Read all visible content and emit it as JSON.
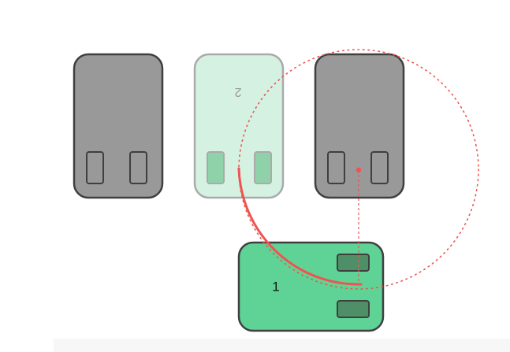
{
  "diagram": {
    "pieces": [
      {
        "id": "block-left",
        "label": "",
        "state": "static",
        "fill": "#999999"
      },
      {
        "id": "block-ghost",
        "label": "2",
        "state": "ghost",
        "fill": "#d4f1e2"
      },
      {
        "id": "block-right",
        "label": "",
        "state": "static",
        "fill": "#999999"
      },
      {
        "id": "block-moved",
        "label": "1",
        "state": "rotated",
        "fill": "#5fd395"
      }
    ],
    "colors": {
      "outline": "#3f3f3f",
      "ghost_outline": "#aaaaaa",
      "ghost_label": "#999999",
      "ghost_slot_fill": "#8fd2a9",
      "moved_slot_fill": "#4f8f68",
      "rotation_guide": "#ef5350",
      "canvas_bottom": "#f6f7f6"
    },
    "rotation": {
      "angle_deg": 90,
      "direction": "counter-clockwise"
    }
  }
}
